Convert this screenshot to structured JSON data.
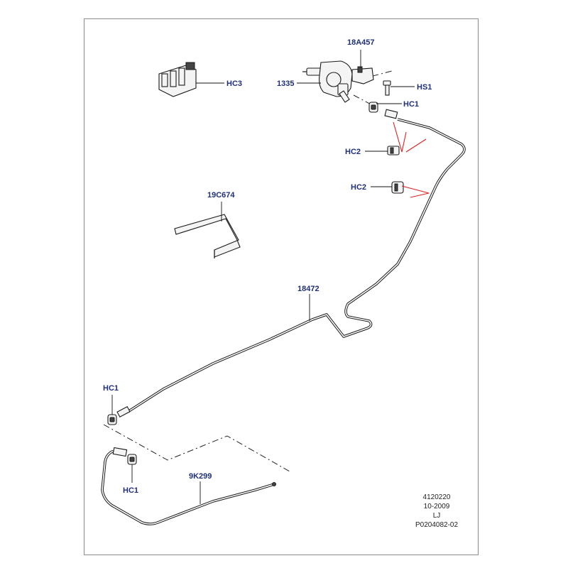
{
  "callouts": {
    "hc3": "HC3",
    "p18a457": "18A457",
    "p1335": "1335",
    "hs1": "HS1",
    "hc1_top": "HC1",
    "hc2_a": "HC2",
    "hc2_b": "HC2",
    "p19c674": "19C674",
    "p18472": "18472",
    "hc1_left": "HC1",
    "p9k299": "9K299",
    "hc1_bottom": "HC1"
  },
  "reference": {
    "line1": "4120220",
    "line2": "10-2009",
    "line3": "LJ",
    "line4": "P0204082-02"
  }
}
